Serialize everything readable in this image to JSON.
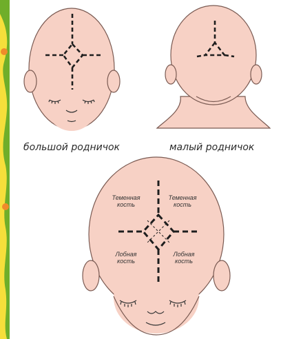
{
  "captions": {
    "large_fontanelle": "большой родничок",
    "small_fontanelle": "малый родничок"
  },
  "bones": {
    "parietal_left": [
      "Теменная",
      "кость"
    ],
    "parietal_right": [
      "Теменная",
      "кость"
    ],
    "frontal_left": [
      "Лобная",
      "кость"
    ],
    "frontal_right": [
      "Лобная",
      "кость"
    ]
  },
  "colors": {
    "skin": "#f7d1c5",
    "skin_outline": "#7a5a52",
    "border_green": "#6fae2a",
    "border_yellow": "#f6df3b",
    "dash": "#1e1e1e"
  },
  "icons": [
    "baby-head-front-icon",
    "baby-head-back-icon",
    "baby-head-front-large-icon"
  ]
}
